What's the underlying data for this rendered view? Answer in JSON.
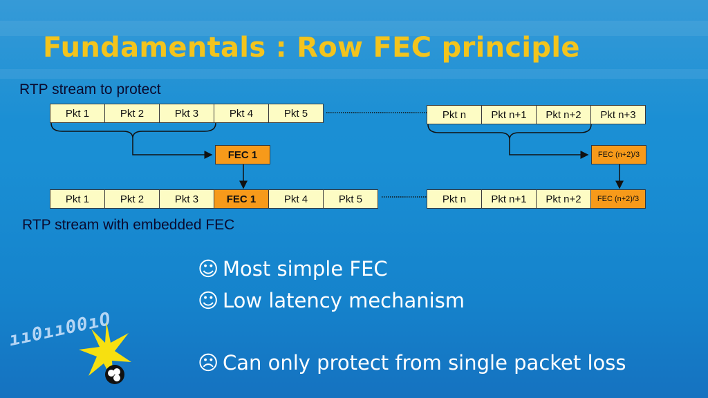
{
  "slide": {
    "title": "Fundamentals : Row FEC principle",
    "top_label": "RTP stream to protect",
    "bottom_label": "RTP stream with embedded FEC"
  },
  "top_row_left": [
    "Pkt 1",
    "Pkt 2",
    "Pkt 3",
    "Pkt 4",
    "Pkt 5"
  ],
  "top_row_right": [
    "Pkt n",
    "Pkt n+1",
    "Pkt n+2",
    "Pkt n+3"
  ],
  "fec_mid_left": "FEC 1",
  "fec_mid_right": "FEC (n+2)/3",
  "bottom_row_left": [
    "Pkt 1",
    "Pkt 2",
    "Pkt 3",
    "FEC 1",
    "Pkt 4",
    "Pkt 5"
  ],
  "bottom_row_right": [
    "Pkt n",
    "Pkt n+1",
    "Pkt n+2",
    "FEC (n+2)/3"
  ],
  "bullets": [
    {
      "symbol": "☺",
      "text": "Most simple FEC"
    },
    {
      "symbol": "☺",
      "text": "Low latency mechanism"
    },
    {
      "symbol": "☹",
      "text": "Can only protect from single packet loss"
    }
  ],
  "decor": {
    "binary_text": "ıı0ıı00ıO",
    "logo_icon": "pbs-logo-icon"
  },
  "colors": {
    "title": "#f3c41d",
    "packet": "#fdfcc4",
    "fec": "#f79a1a"
  }
}
